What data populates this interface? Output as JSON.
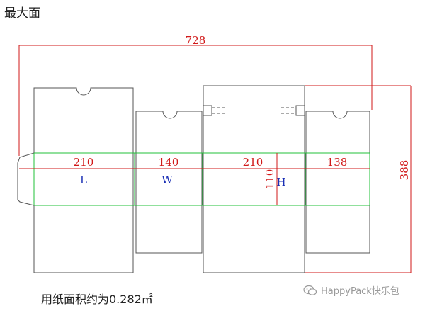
{
  "title": "最大面",
  "footer": "用纸面积约为0.282㎡",
  "watermark": "HappyPack快乐包",
  "dimensions": {
    "overall_width": "728",
    "overall_height": "388",
    "panel_L": "210",
    "panel_W": "140",
    "panel_L2": "210",
    "panel_W2": "138",
    "depth_H": "110"
  },
  "panel_labels": {
    "L": "L",
    "W": "W",
    "H": "H"
  },
  "colors": {
    "outline": "#555555",
    "dimension": "#d11a1a",
    "crease": "#22c03a",
    "panel_label": "#1a2fb5"
  }
}
